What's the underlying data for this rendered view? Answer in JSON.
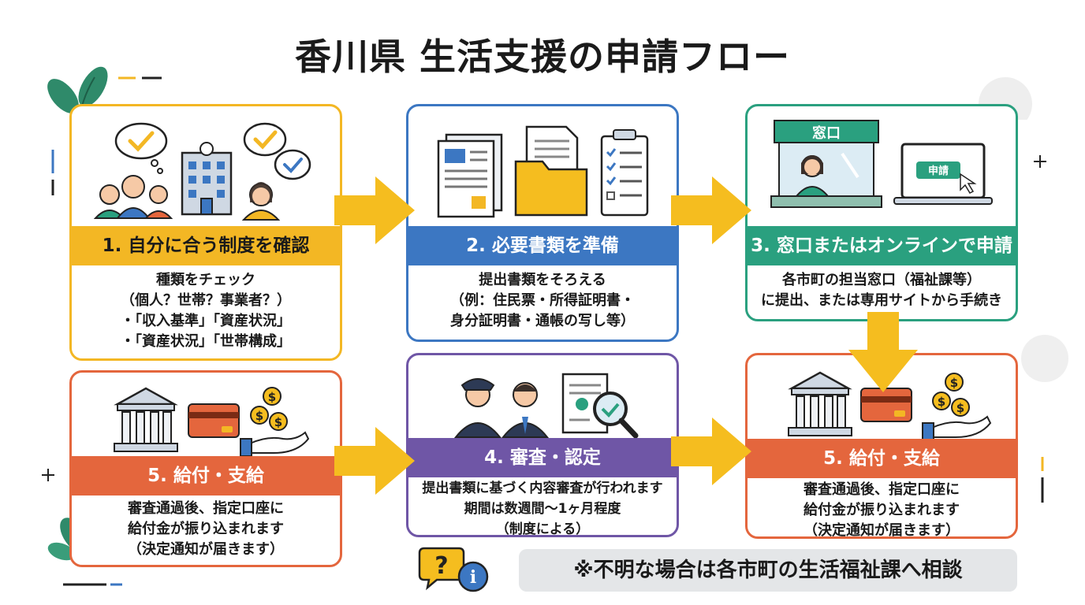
{
  "title": "香川県 生活支援の申請フロー",
  "colors": {
    "step1": "#f3b724",
    "step2": "#3c77c2",
    "step3": "#2aa07f",
    "step4": "#6f56a6",
    "step5": "#e4663d",
    "arrow": "#f5bd1f",
    "note_bg": "#e4e6e8"
  },
  "steps": {
    "step1": {
      "label": "1. 自分に合う制度を確認",
      "lines": [
        "種類をチェック",
        "（個人？世帯？事業者？）",
        "・「収入基準」「資産状況」",
        "・「資産状況」「世帯構成」"
      ]
    },
    "step2": {
      "label": "2. 必要書類を準備",
      "lines": [
        "提出書類をそろえる",
        "（例：住民票・所得証明書・",
        "身分証明書・通帳の写し等）"
      ]
    },
    "step3": {
      "label": "3. 窓口またはオンラインで申請",
      "lines": [
        "各市町の担当窓口（福祉課等）",
        "に提出、または専用サイトから手続き"
      ],
      "counter_sign": "窓口",
      "laptop_button": "申請"
    },
    "step4": {
      "label": "4. 審査・認定",
      "lines": [
        "提出書類に基づく内容審査が行われます",
        "期間は数週間〜1ヶ月程度",
        "（制度による）"
      ]
    },
    "step5_left": {
      "label": "5. 給付・支給",
      "lines": [
        "審査通過後、指定口座に",
        "給付金が振り込まれます",
        "（決定通知が届きます）"
      ]
    },
    "step5_right": {
      "label": "5. 給付・支給",
      "lines": [
        "審査通過後、指定口座に",
        "給付金が振り込まれます",
        "（決定通知が届きます）"
      ]
    }
  },
  "note": "※不明な場合は各市町の生活福祉課へ相談",
  "icons": {
    "question": "?",
    "info": "i",
    "coin": "$"
  }
}
